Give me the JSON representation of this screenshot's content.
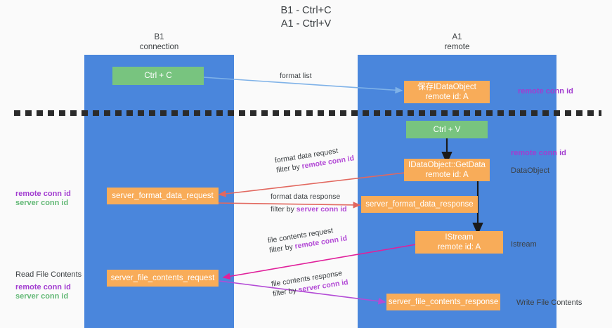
{
  "title": {
    "line1": "B1 - Ctrl+C",
    "line2": "A1 - Ctrl+V"
  },
  "columns": {
    "left": {
      "name": "B1",
      "role": "connection"
    },
    "right": {
      "name": "A1",
      "role": "remote"
    }
  },
  "colors": {
    "lane": "#4a86dc",
    "green_box": "#78c47f",
    "orange_box": "#f8ac59",
    "purple_text": "#a23dd0",
    "green_text": "#64b977",
    "arrow_blue": "#7fb2e8",
    "arrow_red": "#e2685f",
    "arrow_magenta": "#e0219b",
    "arrow_purple": "#b34bd6",
    "arrow_black": "#1a1a1a",
    "divider": "#2b2b2b"
  },
  "boxes": {
    "ctrl_c": {
      "label": "Ctrl + C"
    },
    "save_idataobject": {
      "line1": "保存IDataObject",
      "line2": "remote id: A"
    },
    "ctrl_v": {
      "label": "Ctrl + V"
    },
    "getdata": {
      "line1": "IDataObject::GetData",
      "line2": "remote id: A"
    },
    "server_format_data_request": {
      "label": "server_format_data_request"
    },
    "server_format_data_response": {
      "label": "server_format_data_response"
    },
    "istream": {
      "line1": "IStream",
      "line2": "remote id: A"
    },
    "server_file_contents_request": {
      "label": "server_file_contents_request"
    },
    "server_file_contents_response": {
      "label": "server_file_contents_response"
    }
  },
  "edges": {
    "format_list": {
      "label": "format list"
    },
    "format_data_request": {
      "line1": "format data request",
      "filter_prefix": "filter by ",
      "filter_key": "remote conn id"
    },
    "format_data_response": {
      "line1": "format data response",
      "filter_prefix": "filter by ",
      "filter_key": "server conn id"
    },
    "file_contents_request": {
      "line1": "file contents request",
      "filter_prefix": "filter by ",
      "filter_key": "remote conn id"
    },
    "file_contents_response": {
      "line1": "file contents response",
      "filter_prefix": "filter by ",
      "filter_key": "server conn id"
    }
  },
  "annotations": {
    "right_remote_conn_id_top": "remote conn id",
    "right_remote_conn_id_mid": "remote conn id",
    "right_dataobject": "DataObject",
    "right_istream": "Istream",
    "right_write_file_contents": "Write File Contents",
    "left_remote_conn_id_mid": "remote conn id",
    "left_server_conn_id_mid": "server conn id",
    "left_read_file_contents": "Read File Contents",
    "left_remote_conn_id_bottom": "remote conn id",
    "left_server_conn_id_bottom": "server conn id"
  }
}
